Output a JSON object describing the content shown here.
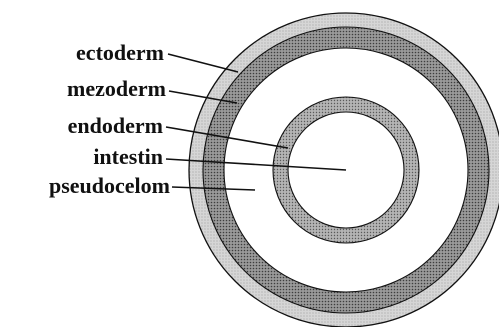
{
  "diagram": {
    "labels": {
      "ectoderm": "ectoderm",
      "mezoderm": "mezoderm",
      "endoderm": "endoderm",
      "intestin": "intestin",
      "pseudocelom": "pseudocelom"
    },
    "colors": {
      "ectoderm": "#c9c9c9",
      "mezoderm": "#8a8a8a",
      "pseudocelom": "#ffffff",
      "endoderm": "#a3a3a3",
      "intestin": "#ffffff",
      "outline": "#111111"
    }
  }
}
